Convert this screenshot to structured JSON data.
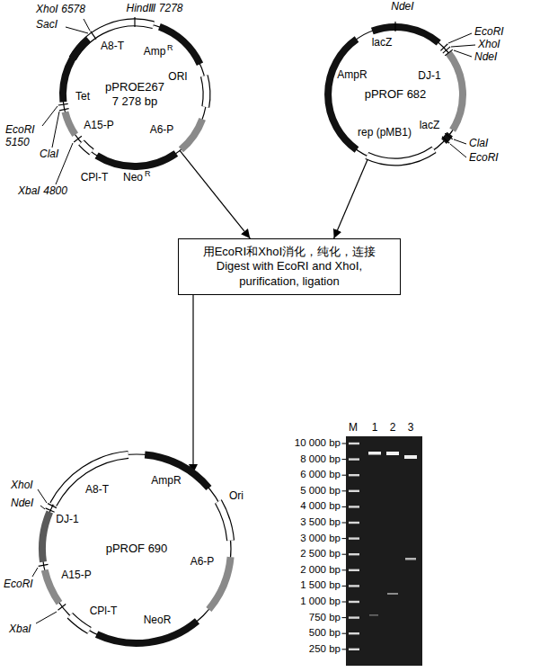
{
  "diagram": {
    "nodes": [
      {
        "text": [
          "pPROE267",
          "7 278 bp"
        ]
      },
      {
        "text": [
          "pPROF 682"
        ]
      },
      {
        "text": [
          "用EcoRⅠ和XhoⅠ消化，纯化，连接",
          "Digest with EcoRⅠ and XhoⅠ, purification, ligation"
        ]
      },
      {
        "text": [
          "pPROF 690"
        ]
      }
    ],
    "edges": [
      {
        "from": 0,
        "to": 2,
        "arrow": "to"
      },
      {
        "from": 1,
        "to": 2,
        "arrow": "to"
      },
      {
        "from": 2,
        "to": 3,
        "arrow": "to"
      }
    ],
    "labels": [
      "XhoⅠ 6578",
      "SacⅠ",
      "HindⅢ 7278",
      "A8-T",
      "Amp",
      "R",
      "ORI",
      "Tet",
      "A6-P",
      "EcoRⅠ 5150",
      "ClaⅠ",
      "A15-P",
      "CPl-T",
      "Neo",
      "R",
      "XbaⅠ 4800",
      "NdeⅠ",
      "EcoRⅠ",
      "XhoⅠ",
      "NdeⅠ",
      "lacZ",
      "DJ-1",
      "AmpR",
      "rep (pMB1)",
      "lacZ",
      "ClaⅠ",
      "EcoRⅠ",
      "XhoⅠ",
      "NdeⅠ",
      "A8-T",
      "AmpR",
      "Ori",
      "DJ-1",
      "A6-P",
      "EcoRⅠ",
      "A15-P",
      "XbaⅠ",
      "CPl-T",
      "NeoR",
      "M",
      "1",
      "2",
      "3",
      "10 000 bp",
      "8 000 bp",
      "6 000 bp",
      "5 000 bp",
      "4 000 bp",
      "3 500 bp",
      "3 000 bp",
      "2 500 bp",
      "2 000 bp",
      "1 500 bp",
      "1 000 bp",
      "750 bp",
      "500 bp",
      "250 bp"
    ]
  }
}
